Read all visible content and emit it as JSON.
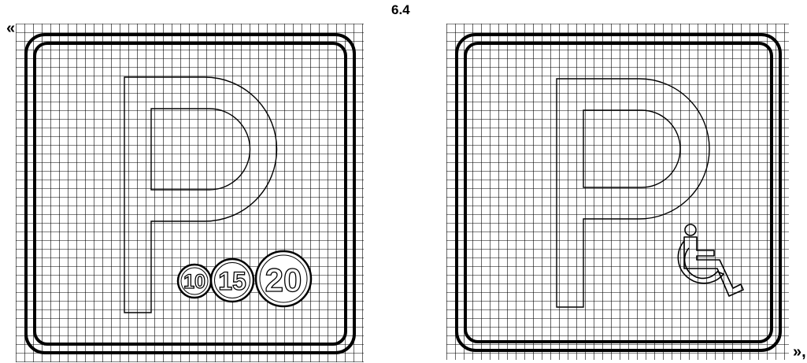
{
  "figure": {
    "quote_open": "«",
    "number": "6.4",
    "quote_close": "»,"
  },
  "sign_left": {
    "letter": "P",
    "plates": [
      "10",
      "15",
      "20"
    ]
  },
  "sign_right": {
    "letter": "P",
    "symbol": "wheelchair-icon"
  },
  "colors": {
    "ink": "#000000",
    "paper": "#ffffff"
  }
}
